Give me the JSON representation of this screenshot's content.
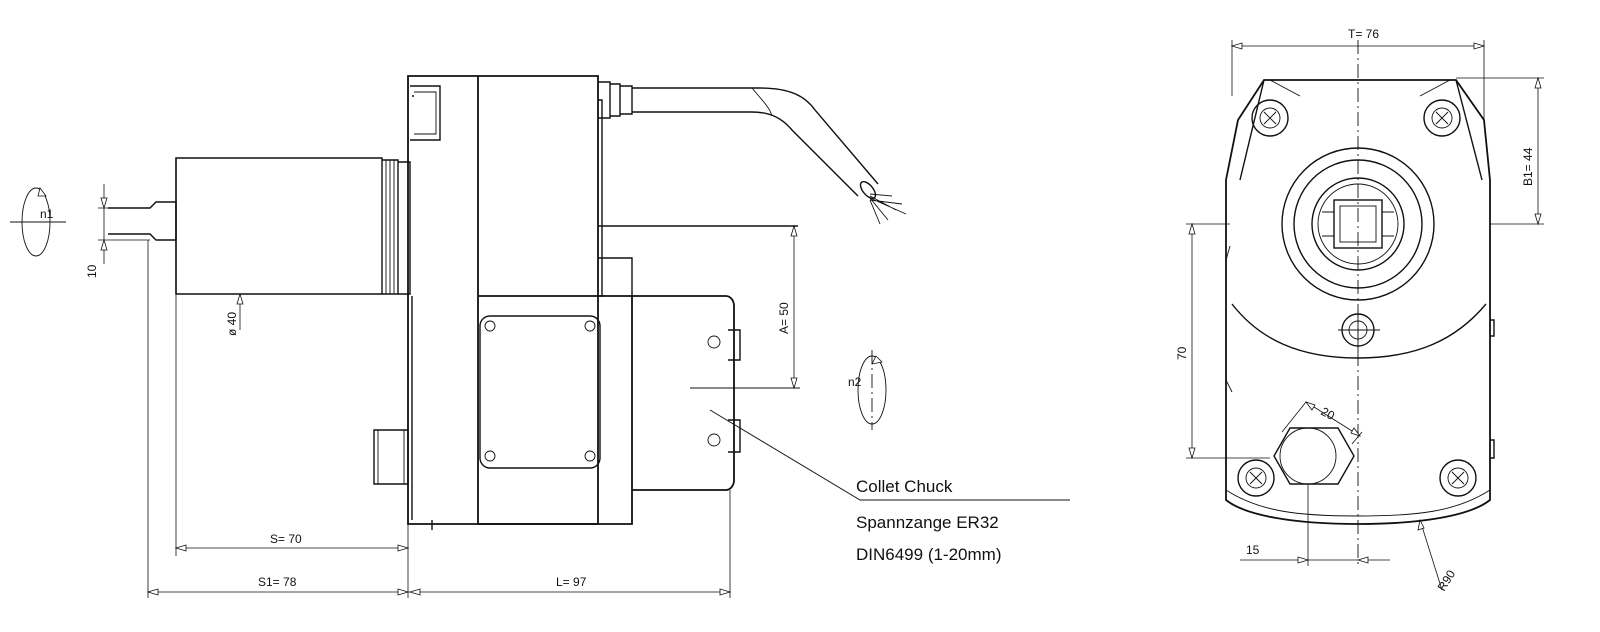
{
  "dimensions": {
    "n1": "n1",
    "shaft_dia": "10",
    "body_dia": "ø 40",
    "s": "S= 70",
    "s1": "S1= 78",
    "l": "L= 97",
    "a": "A= 50",
    "n2": "n2",
    "t": "T= 76",
    "b1": "B1= 44",
    "h70": "70",
    "d20": "20",
    "d15": "15",
    "r90": "R90"
  },
  "callout": {
    "line1": "Collet Chuck",
    "line2": "Spannzange ER32",
    "line3": "DIN6499 (1-20mm)"
  }
}
